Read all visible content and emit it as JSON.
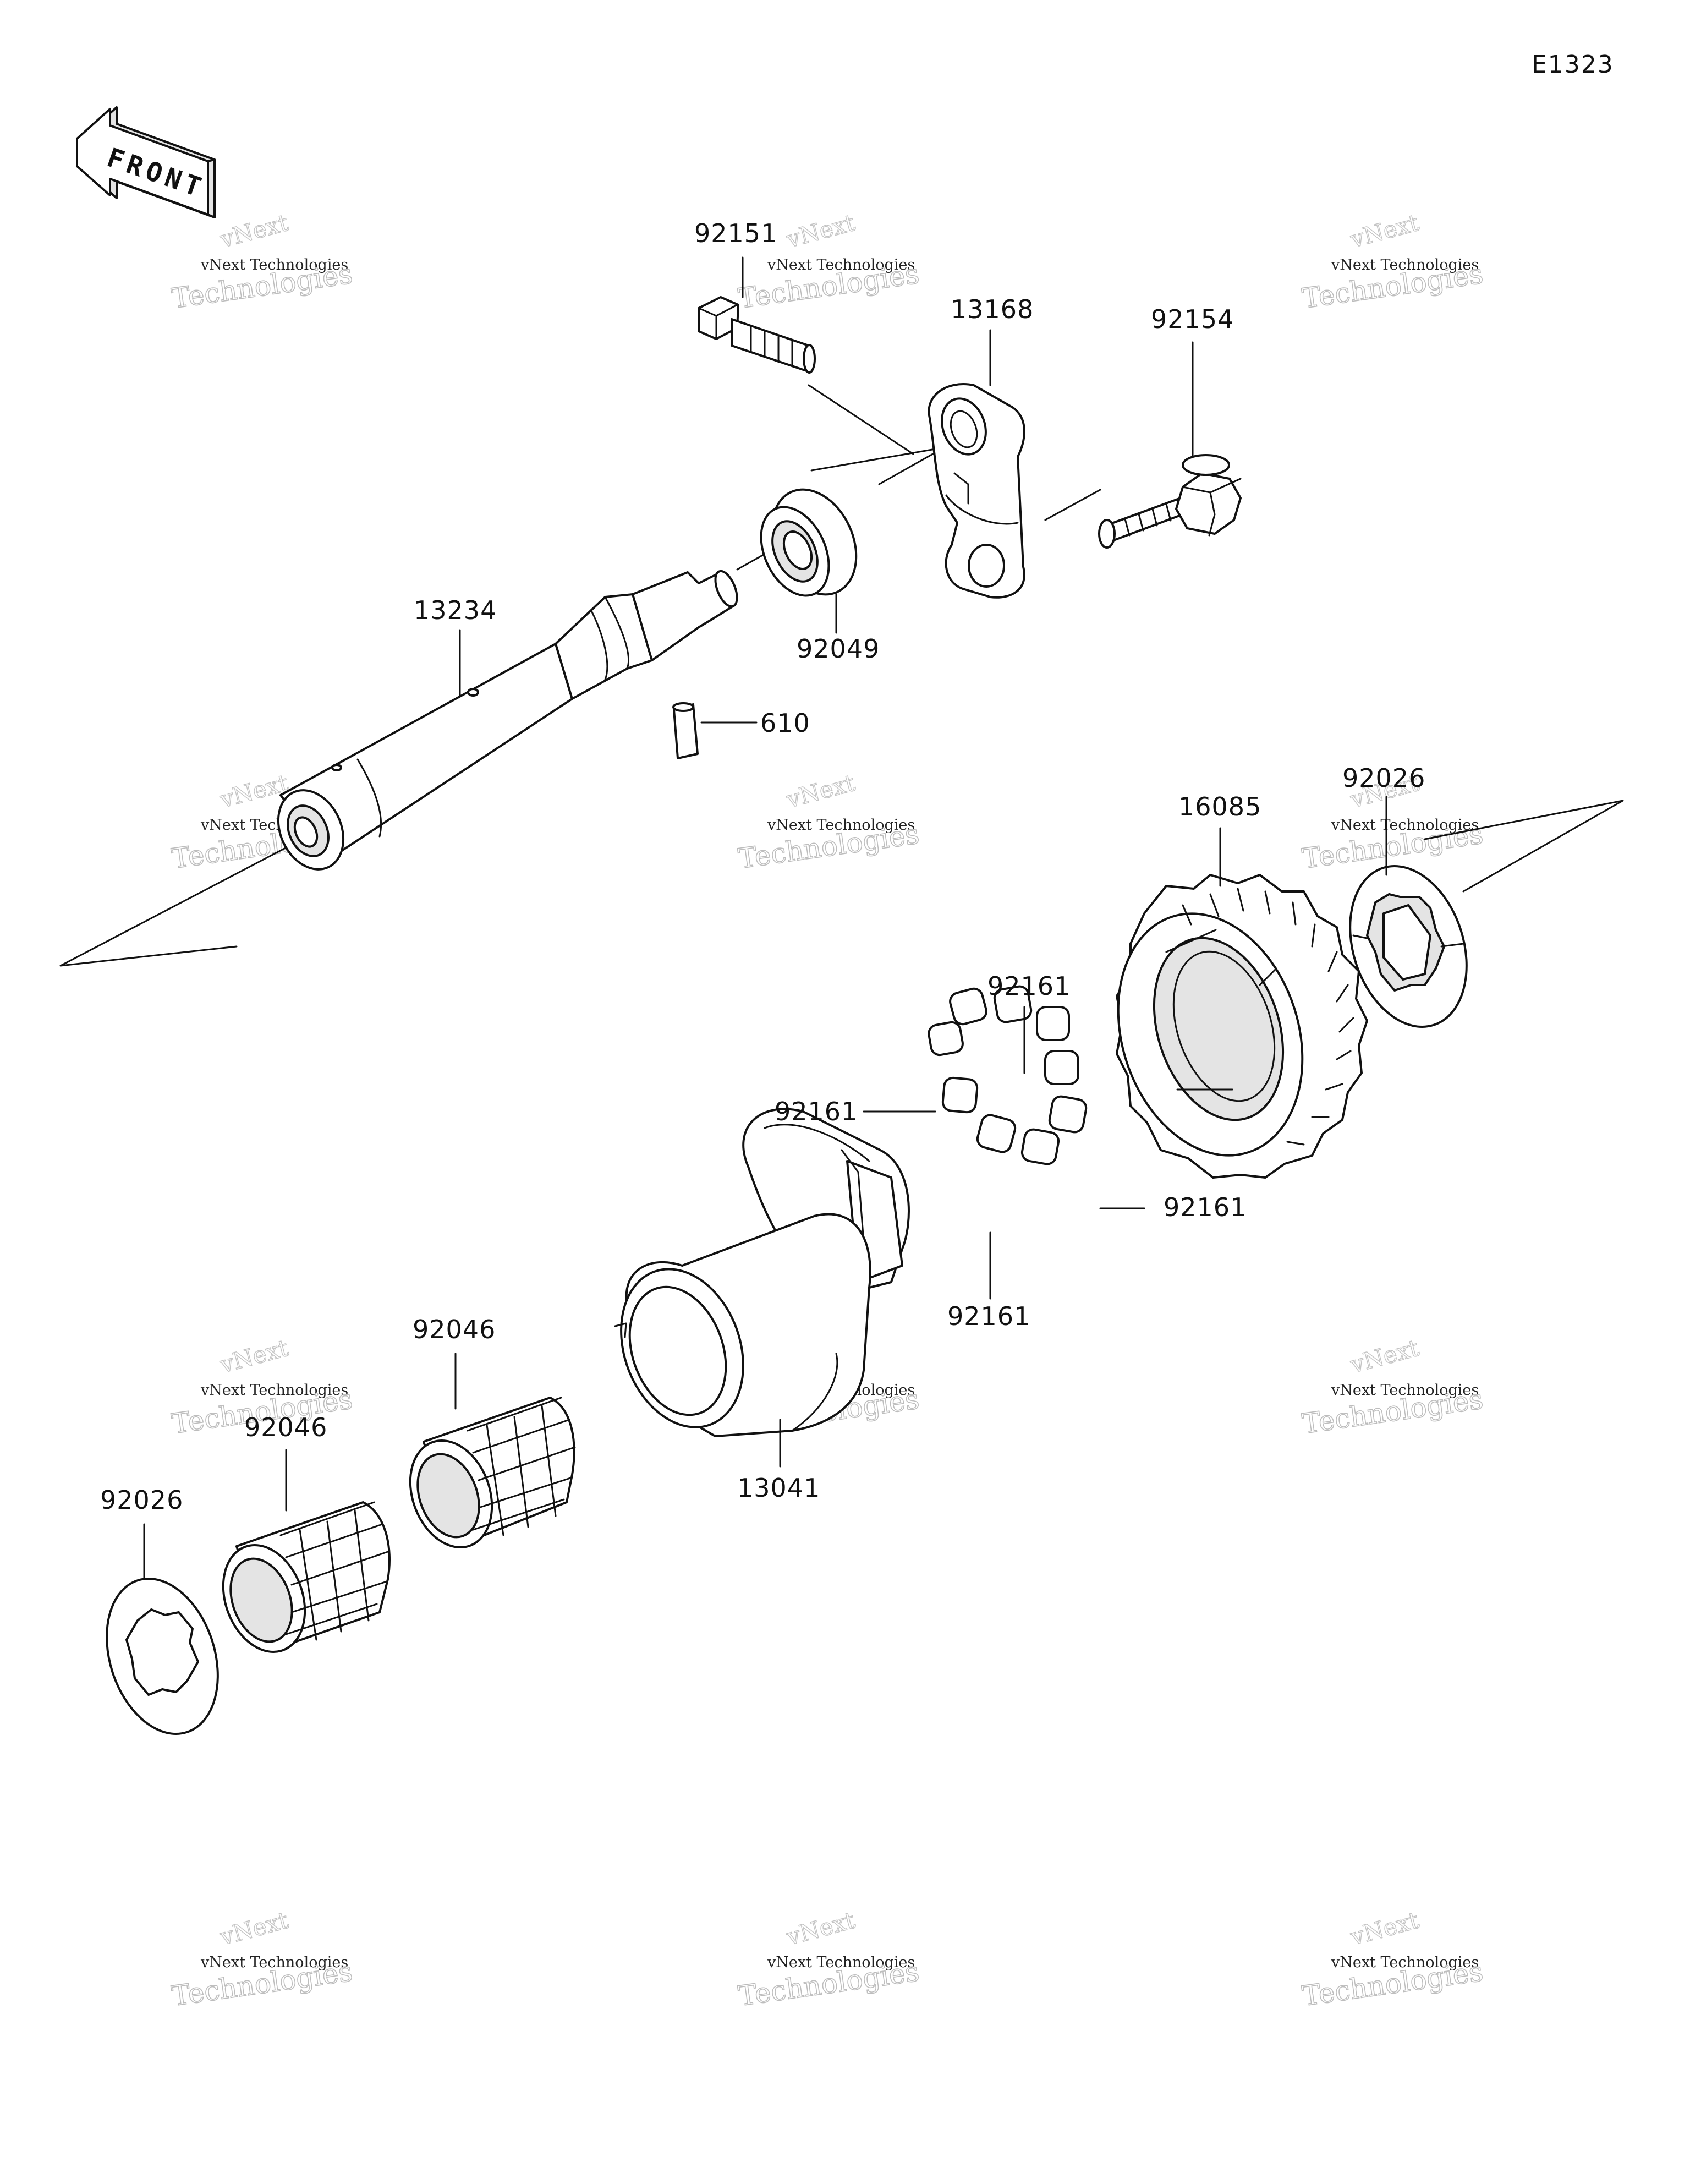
{
  "diagram_code": "E1323",
  "front_arrow": {
    "label": "FRONT",
    "icon": "front-direction-arrow-icon"
  },
  "watermark": {
    "brand_small": "vNext Technologies",
    "brand_top": "vNext",
    "brand_big": "Technologies"
  },
  "parts": [
    {
      "id": "92151",
      "name": "bolt"
    },
    {
      "id": "13168",
      "name": "shift-lever-arm"
    },
    {
      "id": "92154",
      "name": "bolt"
    },
    {
      "id": "92049",
      "name": "oil-seal"
    },
    {
      "id": "13234",
      "name": "shaft"
    },
    {
      "id": "610",
      "name": "pin"
    },
    {
      "id": "16085",
      "name": "gear"
    },
    {
      "id": "92026",
      "name": "washer-right"
    },
    {
      "id": "92161",
      "name": "rollers"
    },
    {
      "id": "13041",
      "name": "one-way-clutch-hub"
    },
    {
      "id": "92046",
      "name": "needle-bearing"
    },
    {
      "id": "92026",
      "name": "washer-left"
    }
  ],
  "callouts": {
    "p92151": "92151",
    "p13168": "13168",
    "p92154": "92154",
    "p92049": "92049",
    "p13234": "13234",
    "p610": "610",
    "p16085": "16085",
    "p92026_right": "92026",
    "p92161_top": "92161",
    "p92161_left": "92161",
    "p92161_right": "92161",
    "p92161_bottom": "92161",
    "p13041": "13041",
    "p92046_upper": "92046",
    "p92046_lower": "92046",
    "p92026_left": "92026"
  }
}
